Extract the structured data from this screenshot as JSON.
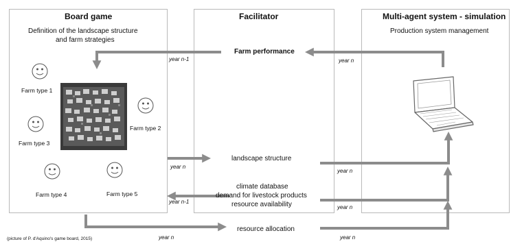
{
  "board_game": {
    "title": "Board game",
    "subtitle_line1": "Definition of the landscape structure",
    "subtitle_line2": "and farm strategies",
    "farm_types": [
      "Farm type 1",
      "Farm type 2",
      "Farm type 3",
      "Farm type 4",
      "Farm type 5"
    ],
    "caption": "(picture of P. d'Aquino's game board, 2015)"
  },
  "facilitator": {
    "title": "Facilitator",
    "farm_performance": "Farm performance",
    "landscape_structure": "landscape structure",
    "inputs_line1": "climate database",
    "inputs_line2": "demand for livestock products",
    "inputs_line3": "resource availability",
    "resource_allocation": "resource allocation"
  },
  "mas": {
    "title": "Multi-agent system - simulation",
    "subtitle": "Production system management"
  },
  "year_labels": {
    "perf_left": "year n-1",
    "perf_right": "year n",
    "landscape_left": "year n",
    "landscape_right": "year n",
    "inputs_left": "year n-1",
    "inputs_right": "year n",
    "alloc_left": "year n",
    "alloc_right": "year n"
  },
  "colors": {
    "arrow": "#8c8c8c",
    "panel_border": "#b9b9b9",
    "face": "#555555"
  },
  "icons": [
    "smiley-face-icon",
    "laptop-icon"
  ]
}
